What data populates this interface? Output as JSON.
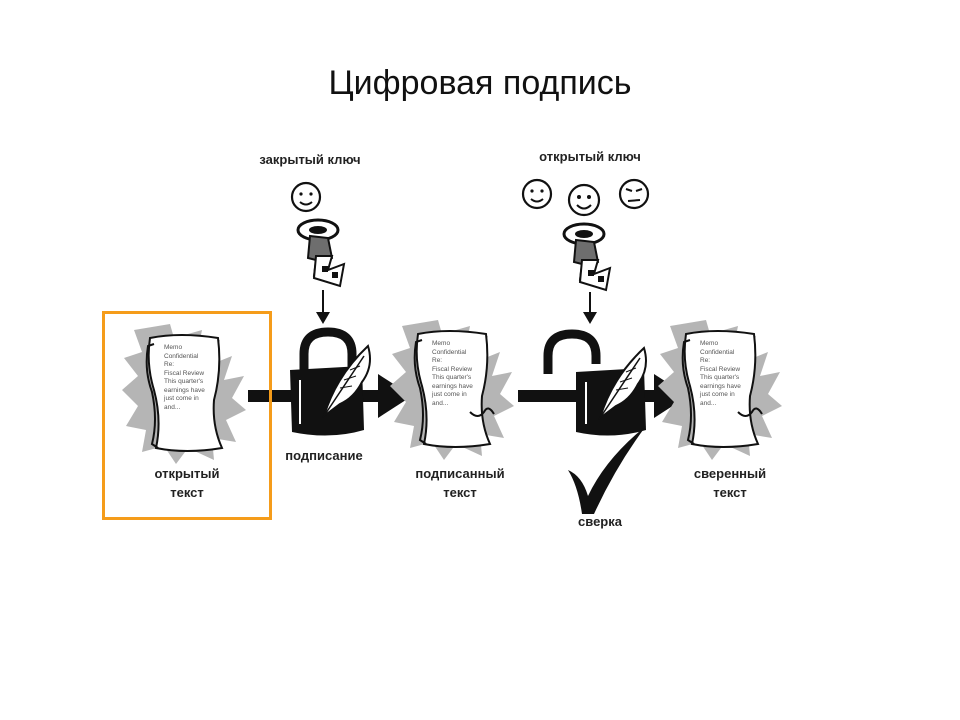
{
  "title": "Цифровая подпись",
  "labels": {
    "private_key": "закрытый ключ",
    "public_key": "открытый ключ",
    "signing": "подписание",
    "verification": "сверка",
    "plain_text_1": "открытый",
    "plain_text_2": "текст",
    "signed_text_1": "подписанный",
    "signed_text_2": "текст",
    "verified_text_1": "сверенный",
    "verified_text_2": "текст"
  },
  "document_text": {
    "line1": "Memo",
    "line2": "Confidential",
    "line3": "Re:",
    "line4": "Fiscal Review",
    "line5": "This quarter's",
    "line6": "earnings have",
    "line7": "just come in",
    "line8": "and..."
  },
  "colors": {
    "highlight": "#f59c1a",
    "ink": "#111111",
    "shadow": "#b5b5b5"
  },
  "icons": [
    "face-icon",
    "key-icon",
    "padlock-icon",
    "quill-icon",
    "document-icon",
    "checkmark-icon",
    "arrow-icon"
  ]
}
